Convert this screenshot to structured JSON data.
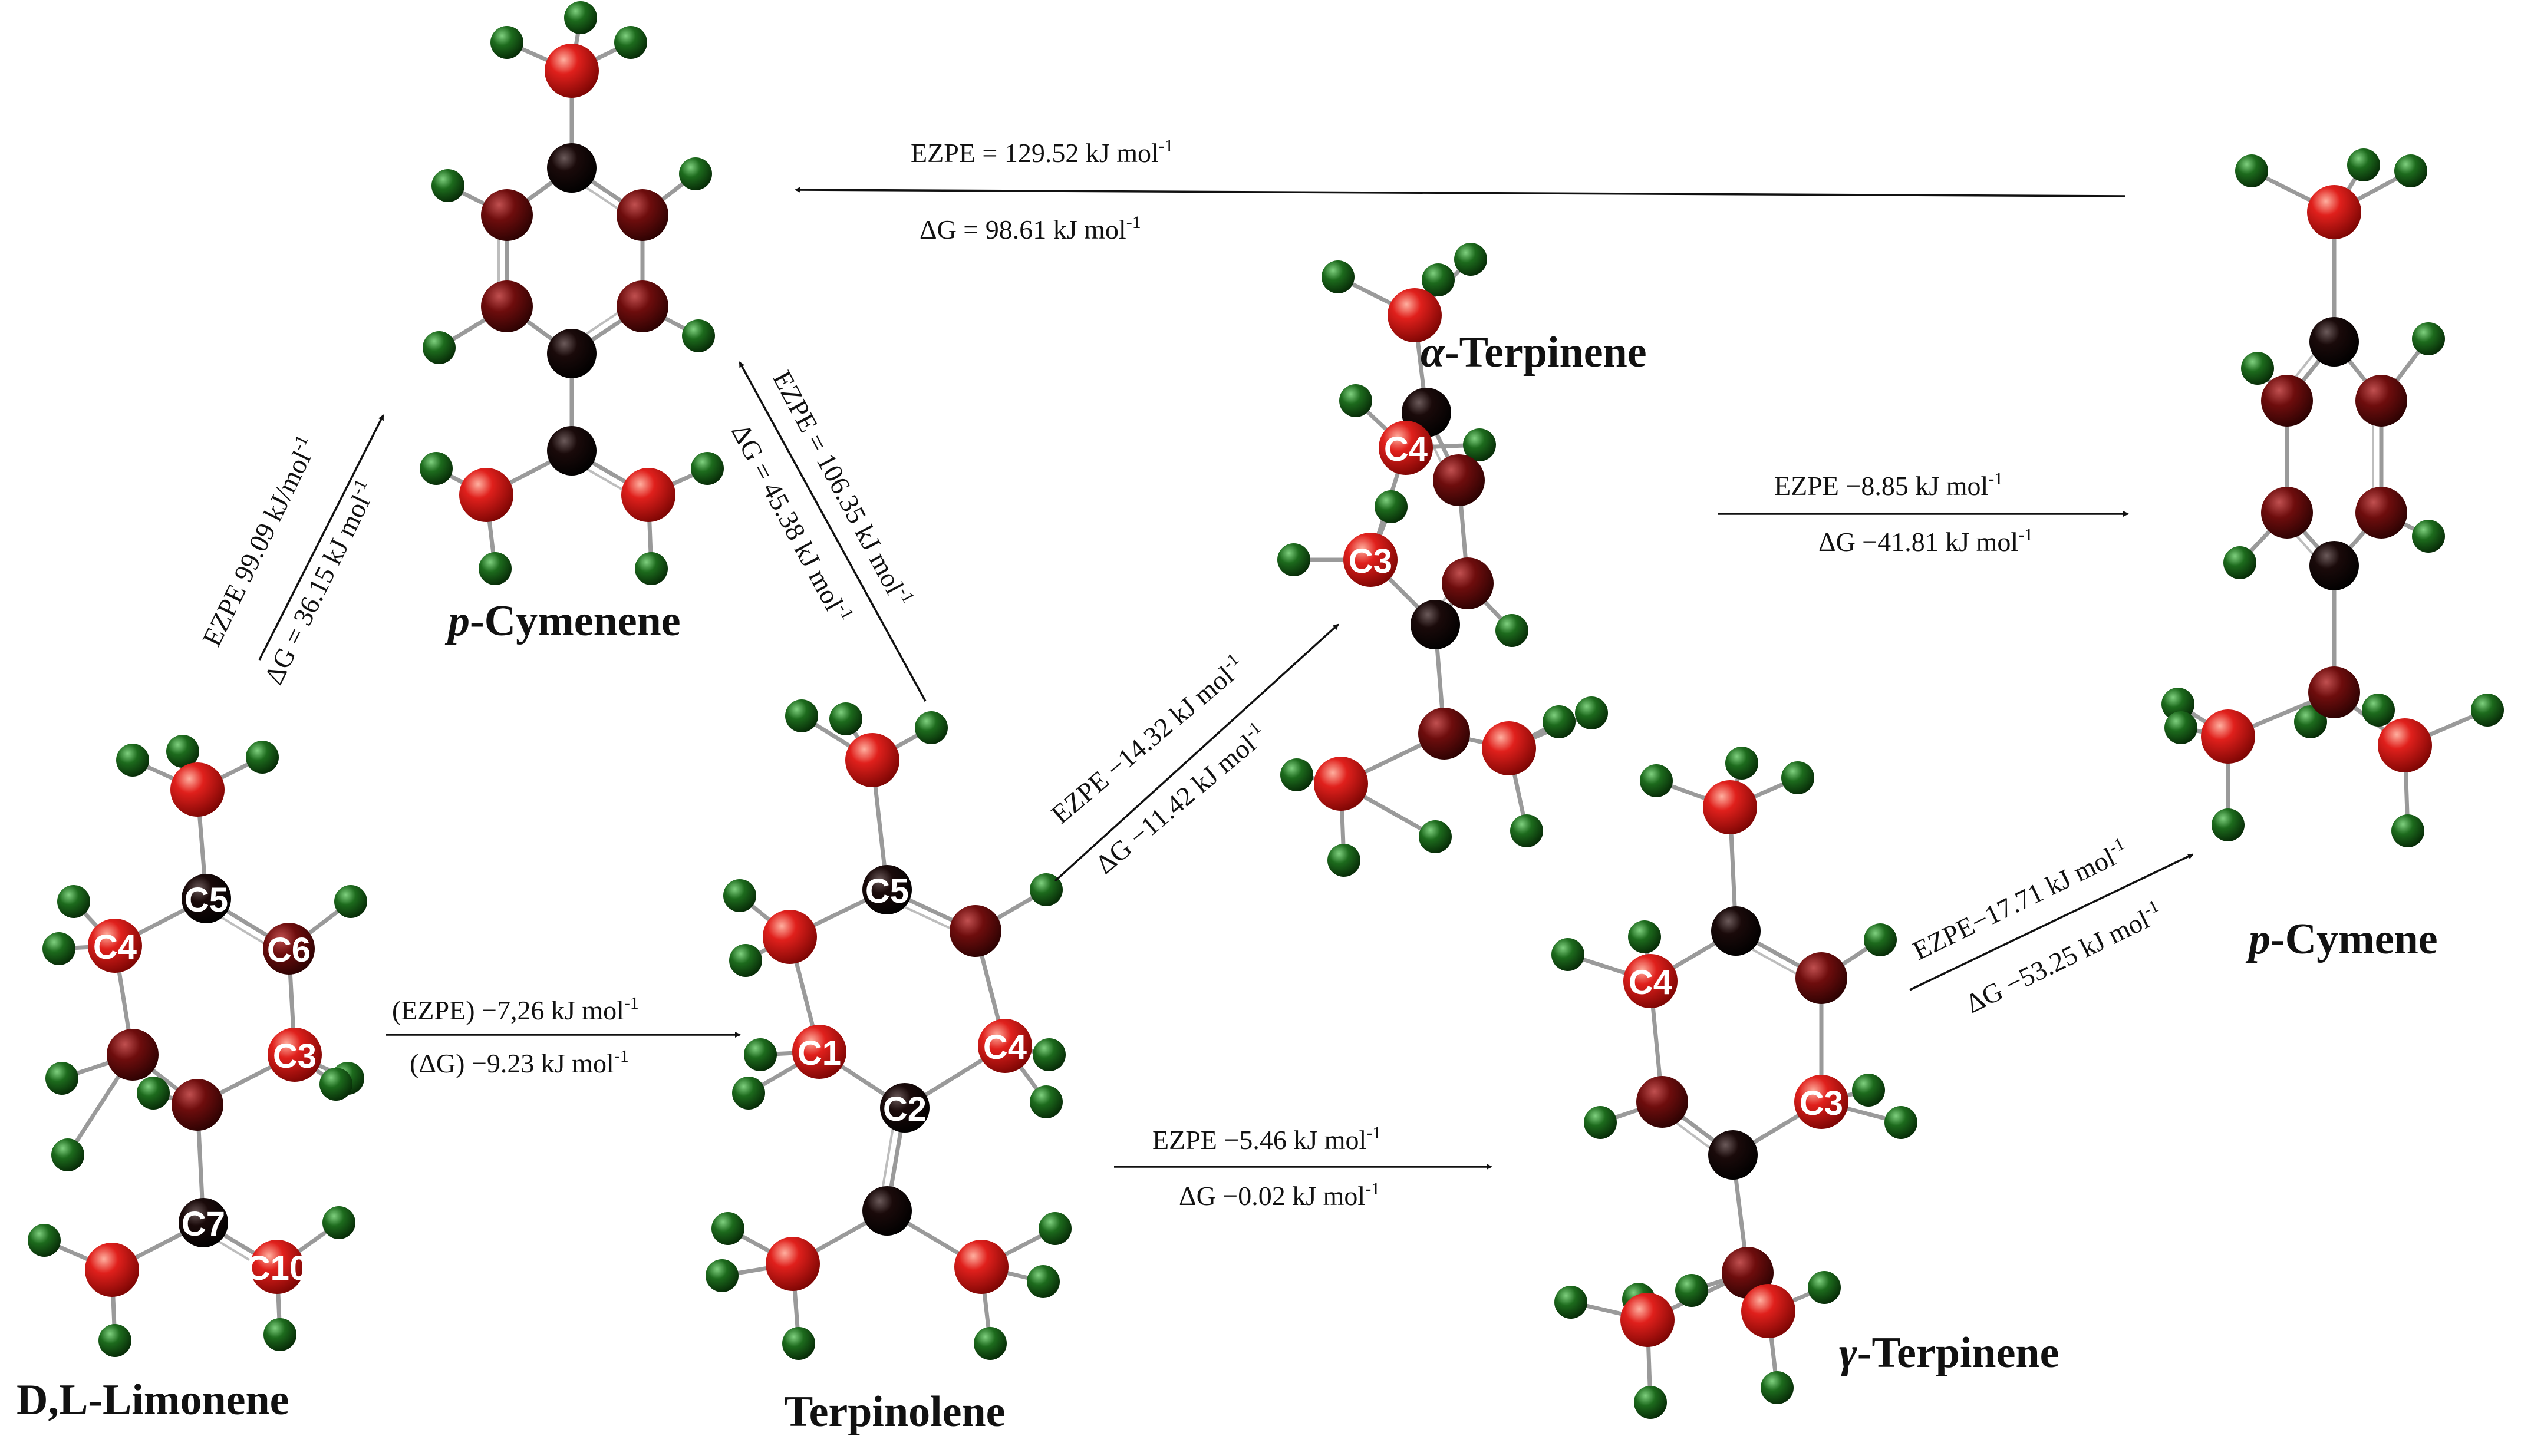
{
  "molecules": {
    "p_cymenene": {
      "prefix": "p",
      "name": "-Cymenene"
    },
    "alpha_terpinene": {
      "prefix": "α",
      "name": "-Terpinene"
    },
    "p_cymene": {
      "prefix": "p",
      "name": "-Cymene"
    },
    "limonene": {
      "name": "D,L-Limonene"
    },
    "terpinolene": {
      "name": "Terpinolene"
    },
    "gamma_terpinene": {
      "prefix": "γ",
      "name": "-Terpinene"
    }
  },
  "reactions": {
    "pcymene_to_pcymenene": {
      "line1": "EZPE = 129.52 kJ mol",
      "line1_sup": "-1",
      "line2": "ΔG = 98.61 kJ mol",
      "line2_sup": "-1"
    },
    "limonene_to_pcymenene": {
      "line1": "EZPE 99.09 kJ/mol",
      "line1_sup": "-1",
      "line2": "ΔG = 36.15 kJ mol",
      "line2_sup": "-1"
    },
    "terpinolene_to_pcymenene": {
      "line1": "EZPE = 106.35 kJ mol",
      "line1_sup": "-1",
      "line2": "ΔG = 45.38 kJ mol",
      "line2_sup": "-1"
    },
    "limonene_to_terpinolene": {
      "line1": "(EZPE) −7,26 kJ mol",
      "line1_sup": "-1",
      "line2": "(ΔG) −9.23 kJ mol",
      "line2_sup": "-1"
    },
    "terpinolene_to_alpha": {
      "line1": "EZPE −14.32 kJ mol",
      "line1_sup": "-1",
      "line2": "ΔG −11.42 kJ mol",
      "line2_sup": "-1"
    },
    "alpha_to_pcymene": {
      "line1": "EZPE  −8.85 kJ mol",
      "line1_sup": "-1",
      "line2": "ΔG −41.81 kJ mol",
      "line2_sup": "-1"
    },
    "terpinolene_to_gamma": {
      "line1": "EZPE −5.46 kJ mol",
      "line1_sup": "-1",
      "line2": "ΔG −0.02 kJ mol",
      "line2_sup": "-1"
    },
    "gamma_to_pcymene": {
      "line1": "EZPE−17.71 kJ mol",
      "line1_sup": "-1",
      "line2": "ΔG −53.25 kJ mol",
      "line2_sup": "-1"
    }
  },
  "atom_labels": {
    "lim_c5": "C5",
    "lim_c4": "C4",
    "lim_c6": "C6",
    "lim_c3": "C3",
    "lim_c7": "C7",
    "lim_c10": "C10",
    "ter_c5": "C5",
    "ter_c1": "C1",
    "ter_c4": "C4",
    "ter_c2": "C2",
    "alp_c4": "C4",
    "alp_c3": "C3",
    "gam_c4": "C4",
    "gam_c3": "C3"
  },
  "colors": {
    "carbon_black": "#1a0a0a",
    "carbon_dark_red": "#6e0d0d",
    "carbon_red": "#e0201c",
    "hydrogen_green": "#1d6b1d",
    "bond_gray": "#9a9a9a"
  }
}
